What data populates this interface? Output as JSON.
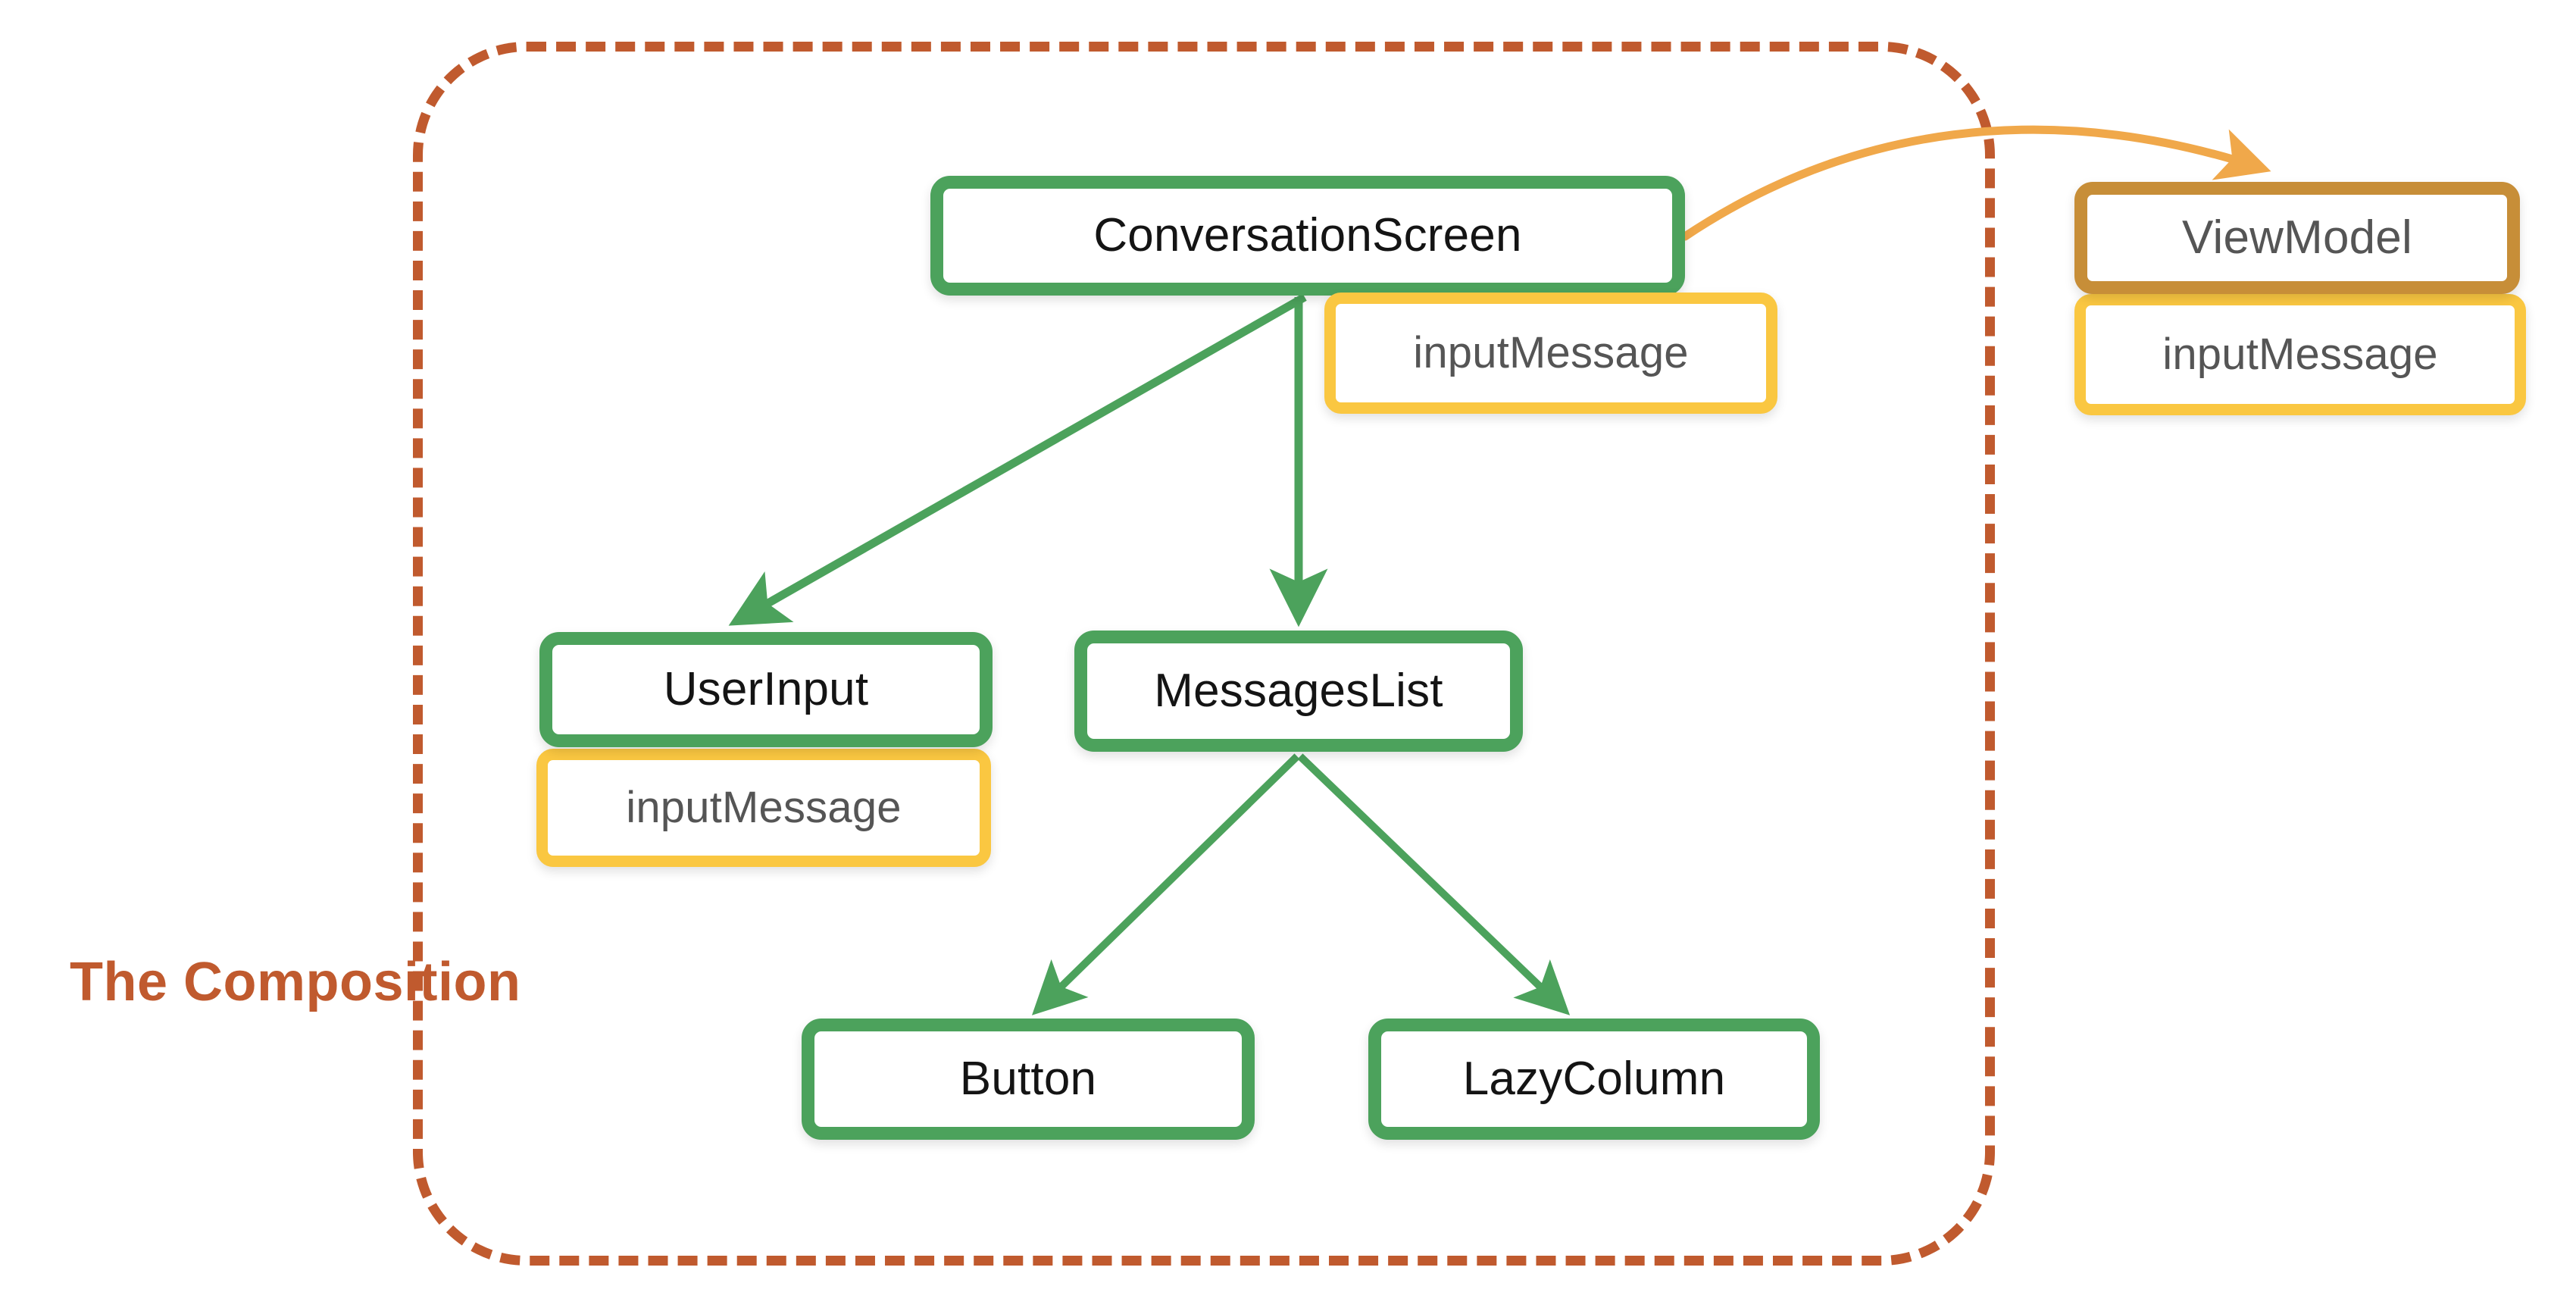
{
  "diagram": {
    "title": "The Composition",
    "boundary_label": "The Composition",
    "colors": {
      "composable_border": "#4CA25C",
      "state_border": "#FAC741",
      "viewmodel_border": "#C78E38",
      "boundary_dashed": "#C05A2E",
      "boundary_label_text": "#C05A2E",
      "state_arrow": "#F0A84A",
      "composable_arrow": "#4CA25C",
      "node_fill": "#FFFFFF",
      "composable_text": "#141414",
      "state_text": "#555555"
    },
    "nodes": [
      {
        "id": "conversation-screen",
        "label": "ConversationScreen",
        "kind": "composable",
        "inside_composition": true
      },
      {
        "id": "conversation-screen-state",
        "label": "inputMessage",
        "kind": "state",
        "inside_composition": true
      },
      {
        "id": "view-model",
        "label": "ViewModel",
        "kind": "viewmodel",
        "inside_composition": false
      },
      {
        "id": "view-model-state",
        "label": "inputMessage",
        "kind": "state",
        "inside_composition": false
      },
      {
        "id": "user-input",
        "label": "UserInput",
        "kind": "composable",
        "inside_composition": true
      },
      {
        "id": "user-input-state",
        "label": "inputMessage",
        "kind": "state",
        "inside_composition": true
      },
      {
        "id": "messages-list",
        "label": "MessagesList",
        "kind": "composable",
        "inside_composition": true
      },
      {
        "id": "button",
        "label": "Button",
        "kind": "composable",
        "inside_composition": true
      },
      {
        "id": "lazy-column",
        "label": "LazyColumn",
        "kind": "composable",
        "inside_composition": true
      }
    ],
    "edges": [
      {
        "id": "edge-conversation-to-userinput",
        "from": "conversation-screen",
        "to": "user-input",
        "color": "composable"
      },
      {
        "id": "edge-conversation-to-messageslist",
        "from": "conversation-screen",
        "to": "messages-list",
        "color": "composable"
      },
      {
        "id": "edge-messageslist-to-button",
        "from": "messages-list",
        "to": "button",
        "color": "composable"
      },
      {
        "id": "edge-messageslist-to-lazycolumn",
        "from": "messages-list",
        "to": "lazy-column",
        "color": "composable"
      },
      {
        "id": "edge-conversation-to-viewmodel",
        "from": "conversation-screen",
        "to": "view-model",
        "color": "state"
      }
    ]
  }
}
